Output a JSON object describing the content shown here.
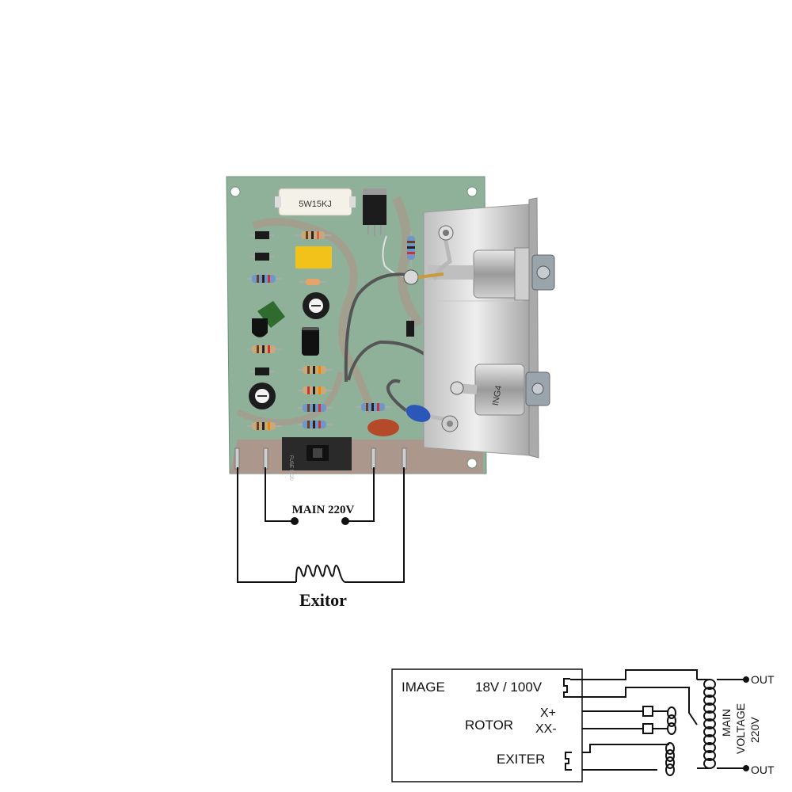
{
  "board": {
    "resistor_label": "5W15KJ",
    "fuse_label": "FUSE 5X20",
    "diode_label": "ING4"
  },
  "wiring": {
    "main_label": "MAIN 220V",
    "exciter_label": "Exitor"
  },
  "schematic": {
    "image_label": "IMAGE",
    "voltage_label": "18V / 100V",
    "rotor_label": "ROTOR",
    "x_plus_label": "X+",
    "xx_minus_label": "XX-",
    "exiter_label": "EXITER",
    "out_top_label": "OUT",
    "out_bottom_label": "OUT",
    "main_voltage_line1": "MAIN",
    "main_voltage_line2": "VOLTAGE",
    "main_voltage_line3": "220V"
  },
  "colors": {
    "pcb": "#8fb19a",
    "pcb_trace": "#b48f86",
    "heatsink": "#d9d9d9",
    "wire": "#111111",
    "capacitor_yellow": "#f2c21a",
    "capacitor_red": "#b54a2a",
    "terminal_blue": "#2a57b8"
  }
}
